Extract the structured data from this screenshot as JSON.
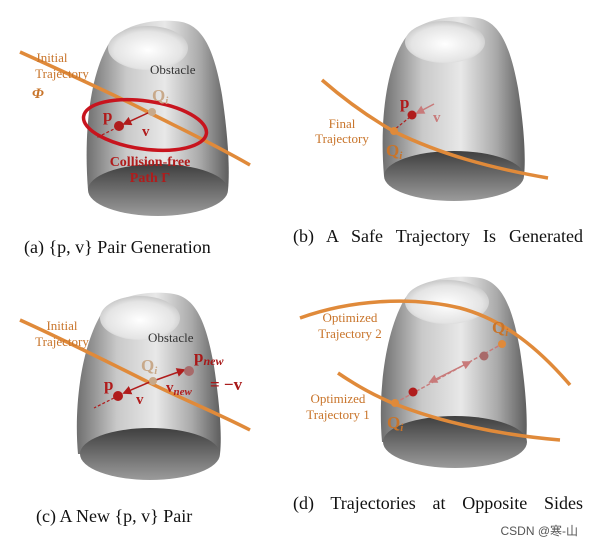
{
  "panels": {
    "a": {
      "initial_label": [
        "Initial",
        "Trajectory"
      ],
      "phi": "Φ",
      "obstacle": "Obstacle",
      "p": "p",
      "v": "v",
      "Q": "Q",
      "Q_sub": "i",
      "collision_label": [
        "Collision-free",
        "Path Γ"
      ],
      "caption": "(a) {p, v} Pair Generation"
    },
    "b": {
      "final_label": [
        "Final",
        "Trajectory"
      ],
      "p": "p",
      "v": "v",
      "Q": "Q",
      "Q_sub": "i",
      "caption": "(b) A Safe Trajectory Is Generated"
    },
    "c": {
      "initial_label": [
        "Initial",
        "Trajectory"
      ],
      "obstacle": "Obstacle",
      "p": "p",
      "v": "v",
      "Q": "Q",
      "Q_sub": "i",
      "pnew": "p",
      "pnew_sub": "new",
      "vnew": "v",
      "vnew_sub": "new",
      "eq": "= −v",
      "caption": "(c) A New {p, v} Pair"
    },
    "d": {
      "opt2_label": [
        "Optimized",
        "Trajectory 2"
      ],
      "opt1_label": [
        "Optimized",
        "Trajectory 1"
      ],
      "Q_top": "Q",
      "Q_top_sub": "i",
      "Q_bot": "Q",
      "Q_bot_sub": "i",
      "caption": "(d) Trajectories at Opposite Sides"
    }
  },
  "watermark": "CSDN @寒-山",
  "colors": {
    "trajectory": "#e08a3a",
    "label_orange": "#c8742a",
    "red": "#b01c1c",
    "ring": "#c8141e",
    "muted_point": "#c8a98a"
  }
}
